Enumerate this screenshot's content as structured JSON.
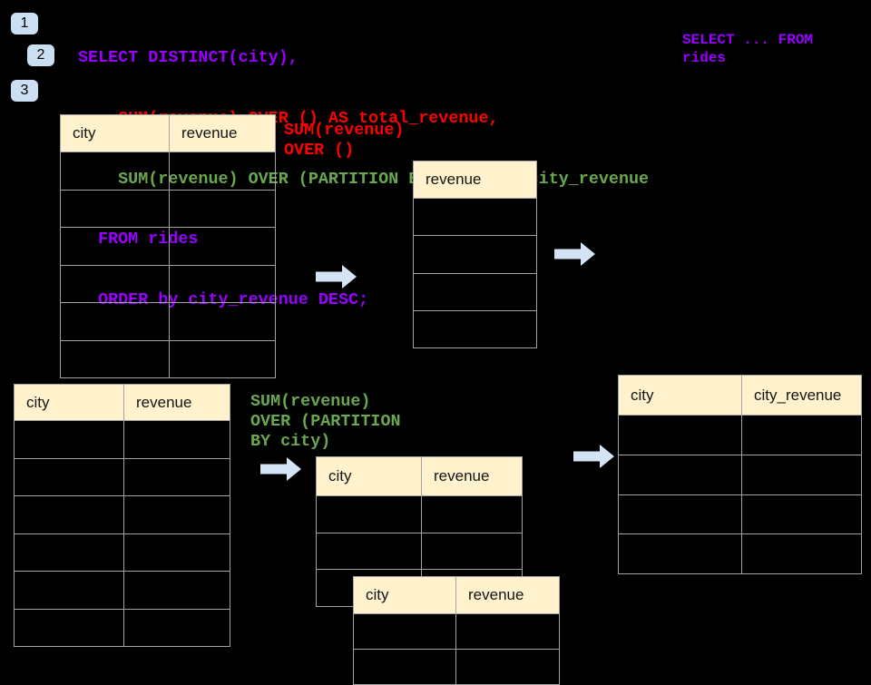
{
  "palette": {
    "purple": "#9900FF",
    "red": "#FF0000",
    "green": "#6AA84F",
    "cream": "#FFF2CC",
    "border": "#A3A3A3",
    "arrow": "#D4E3F6",
    "badge_bg": "#CBDFF2",
    "bg": "#000000"
  },
  "badges": [
    "1",
    "2",
    "3"
  ],
  "sql_code": {
    "line1": "SELECT DISTINCT(city),",
    "line2": "    SUM(revenue) OVER () AS total_revenue,",
    "line3": "    SUM(revenue) OVER (PARTITION BY city) as city_revenue",
    "line4": "  FROM rides",
    "line5": "  ORDER by city_revenue DESC;"
  },
  "side_snippet": "SELECT ... FROM\nrides",
  "labels": {
    "total_window": "SUM(revenue)\nOVER ()",
    "partition_window": "SUM(revenue)\nOVER (PARTITION\nBY city)"
  },
  "tables": {
    "rides_top": {
      "headers": [
        "city",
        "revenue"
      ],
      "rows": 6,
      "cols": 2
    },
    "total_result": {
      "headers": [
        "revenue"
      ],
      "rows": 4,
      "cols": 1
    },
    "rides_bottom": {
      "headers": [
        "city",
        "revenue"
      ],
      "rows": 6,
      "cols": 2
    },
    "partition_back": {
      "headers": [
        "city",
        "revenue"
      ],
      "rows": 3,
      "cols": 2
    },
    "partition_front": {
      "headers": [
        "city",
        "revenue"
      ],
      "rows": 2,
      "cols": 2
    },
    "city_revenue_result": {
      "headers": [
        "city",
        "city_revenue"
      ],
      "rows": 4,
      "cols": 2
    }
  }
}
